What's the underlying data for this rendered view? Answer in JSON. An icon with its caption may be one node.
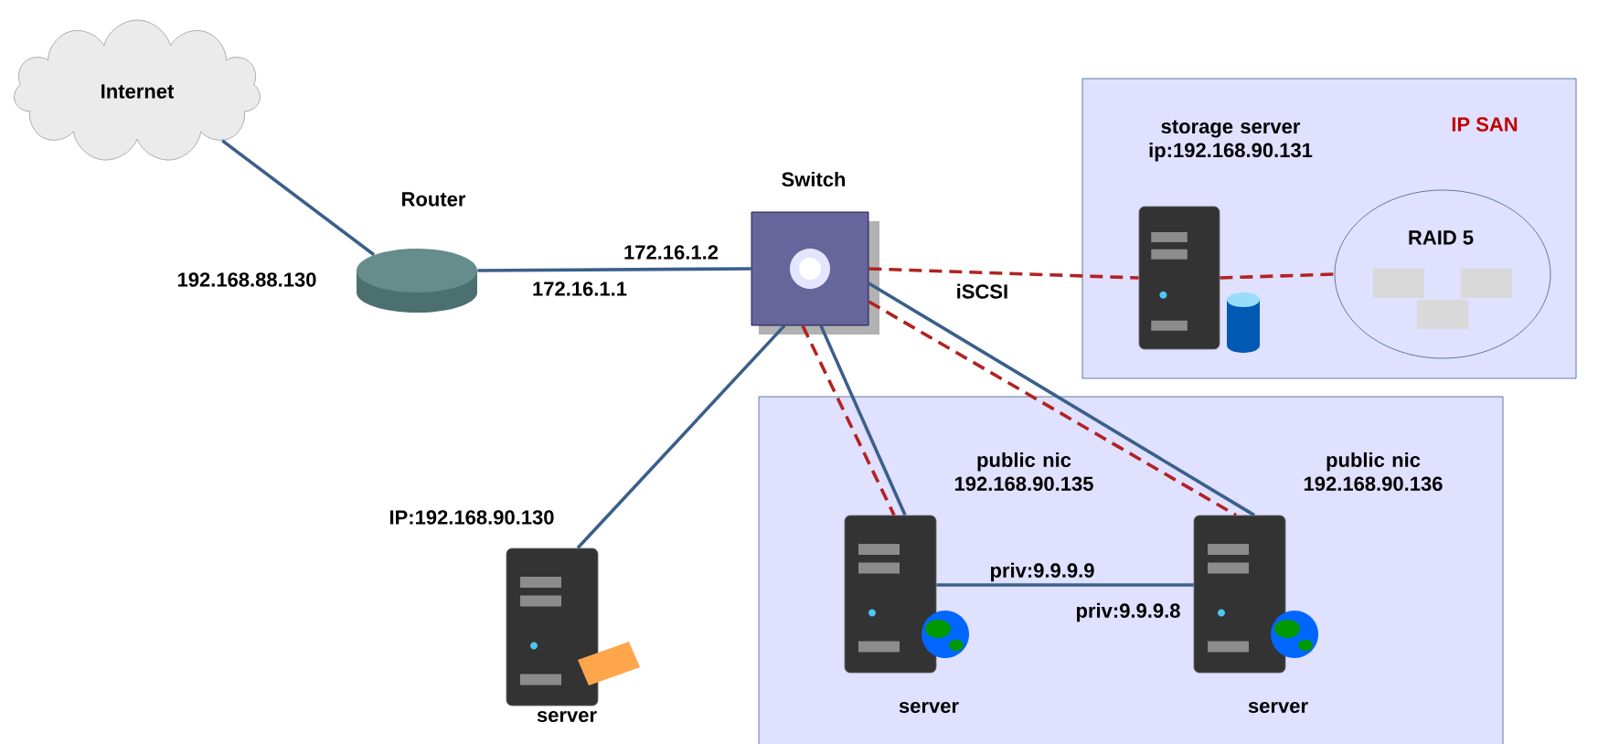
{
  "diagram": {
    "nodes": [
      {
        "text": [
          "Internet"
        ]
      },
      {
        "text": [
          "Router"
        ],
        "beside": [
          "192.168.88.130",
          "172.16.1.1"
        ]
      },
      {
        "text": [
          "Switch"
        ],
        "beside": [
          "172.16.1.2"
        ]
      },
      {
        "text": [
          "IP SAN"
        ]
      },
      {
        "text": [
          "storage server ip:192.168.90.131"
        ],
        "in": 3
      },
      {
        "text": [
          "RAID 5"
        ],
        "in": 3
      },
      {
        "text": [],
        "shape": "box"
      },
      {
        "text": [
          "IP:192.168.90.130",
          "server"
        ]
      },
      {
        "text": [
          "public nic 192.168.90.135",
          "server"
        ],
        "beside": [
          "priv:9.9.9.9"
        ],
        "in": 6
      },
      {
        "text": [
          "public nic 192.168.90.136",
          "server"
        ],
        "beside": [
          "priv:9.9.9.8"
        ],
        "in": 6
      }
    ],
    "edges": [
      {
        "from": 0,
        "to": 1,
        "arrow": "none"
      },
      {
        "from": 1,
        "to": 2,
        "arrow": "none"
      },
      {
        "from": 2,
        "to": 4,
        "arrow": "none",
        "label": "iSCSI",
        "style": "dashed",
        "color": "#b22222"
      },
      {
        "from": 4,
        "to": 5,
        "arrow": "none",
        "style": "dashed",
        "color": "#b22222"
      },
      {
        "from": 2,
        "to": 7,
        "arrow": "none"
      },
      {
        "from": 2,
        "to": 8,
        "arrow": "none"
      },
      {
        "from": 2,
        "to": 8,
        "arrow": "none",
        "style": "dashed",
        "color": "#b22222"
      },
      {
        "from": 2,
        "to": 9,
        "arrow": "none"
      },
      {
        "from": 2,
        "to": 9,
        "arrow": "none",
        "style": "dashed",
        "color": "#b22222"
      },
      {
        "from": 8,
        "to": 9,
        "arrow": "none"
      }
    ]
  }
}
